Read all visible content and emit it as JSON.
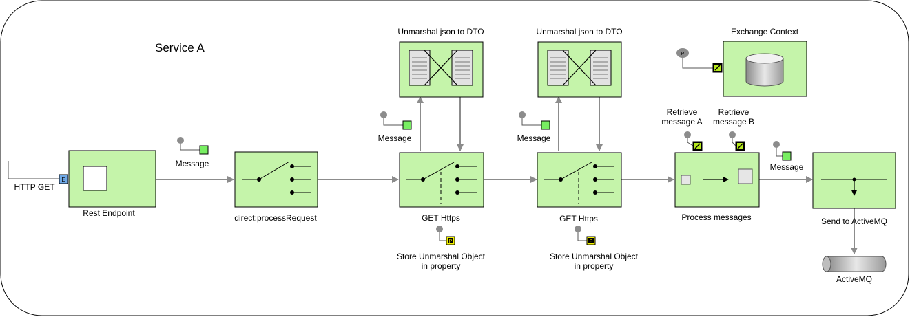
{
  "title": "Service A",
  "nodes": {
    "http_get": "HTTP GET",
    "rest_endpoint": "Rest Endpoint",
    "direct_process": "direct:processRequest",
    "get_https_1": "GET Https",
    "get_https_2": "GET Https",
    "unmarshal_1": "Unmarshal json to DTO",
    "unmarshal_2": "Unmarshal json to DTO",
    "store_1": "Store Unmarshal Object in property",
    "store_2": "Store Unmarshal Object in property",
    "exchange_context": "Exchange Context",
    "retrieve_a": "Retrieve message A",
    "retrieve_b": "Retrieve message B",
    "process_messages": "Process messages",
    "send_activemq": "Send to ActiveMQ",
    "activemq": "ActiveMQ"
  },
  "messages": {
    "m1": "Message",
    "m2": "Message",
    "m3": "Message",
    "m4": "Message"
  },
  "badges": {
    "endpoint": "E",
    "property": "P"
  },
  "colors": {
    "node_fill": "#c5f4aa",
    "node_stroke": "#000000",
    "arrow": "#8c8c8c",
    "message_fill": "#78ee62",
    "endpoint_badge": "#6fa8e6",
    "property_badge": "#f2f200"
  }
}
